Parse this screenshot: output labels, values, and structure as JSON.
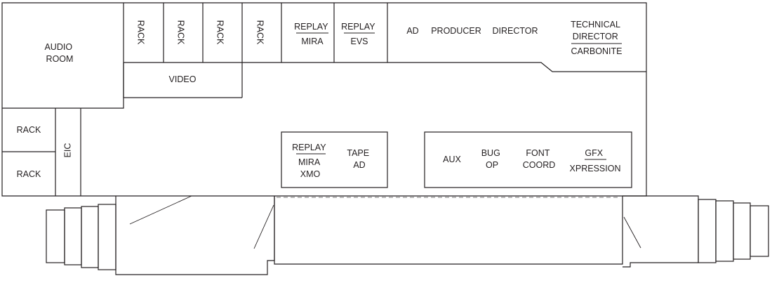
{
  "rooms": {
    "audio_room": [
      "AUDIO",
      "ROOM"
    ],
    "rack_top": [
      "RACK",
      "RACK",
      "RACK",
      "RACK"
    ],
    "replay_mira": [
      "REPLAY",
      "MIRA"
    ],
    "replay_evs": [
      "REPLAY",
      "EVS"
    ],
    "video": "VIDEO",
    "ad": "AD",
    "producer": "PRODUCER",
    "director": "DIRECTOR",
    "technical_director": [
      "TECHNICAL",
      "DIRECTOR",
      "CARBONITE"
    ],
    "rack_left": [
      "RACK",
      "RACK"
    ],
    "eic": "EIC",
    "replay_mira_xmo": [
      "REPLAY",
      "MIRA",
      "XMO"
    ],
    "tape_ad": [
      "TAPE",
      "AD"
    ],
    "aux": "AUX",
    "bug_op": [
      "BUG",
      "OP"
    ],
    "font_coord": [
      "FONT",
      "COORD"
    ],
    "gfx_xpression": [
      "GFX",
      "XPRESSION"
    ]
  }
}
